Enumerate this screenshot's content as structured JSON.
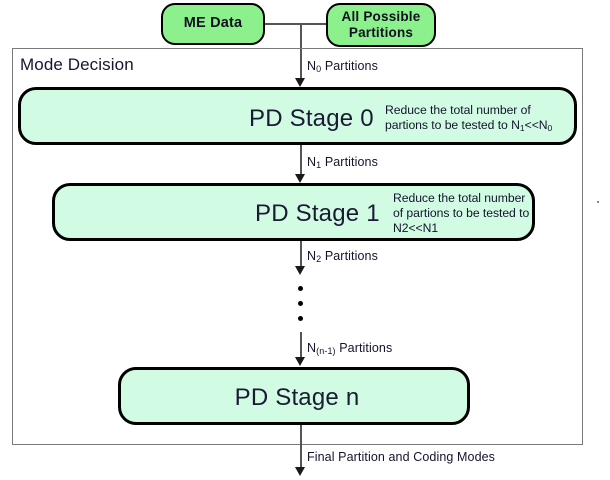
{
  "diagram": {
    "title": "Mode Decision multi-stage partition decision flow",
    "frame_label": "Mode Decision",
    "colors": {
      "input_box_fill": "#8cf08c",
      "stage_box_fill": "#d2fbe4",
      "box_border": "#000000",
      "frame_border": "#7a7a7a",
      "connector": "#555555",
      "text": "#14142c"
    },
    "inputs": [
      {
        "id": "me-data",
        "label": "ME Data"
      },
      {
        "id": "all-possible-partitions",
        "line1": "All Possible",
        "line2": "Partitions"
      }
    ],
    "stages": [
      {
        "id": "pd-stage-0",
        "title": "PD Stage 0",
        "note_line1": "Reduce the total number of",
        "note_line2_a": "partions to be tested to N",
        "note_line2_sub1": "1",
        "note_line2_b": "<<N",
        "note_line2_sub2": "0"
      },
      {
        "id": "pd-stage-1",
        "title": "PD Stage 1",
        "note_line1": "Reduce the total number",
        "note_line2": "of partions to be tested to",
        "note_line3": "N2<<N1"
      },
      {
        "id": "pd-stage-n",
        "title": "PD Stage n",
        "note_line1": "",
        "note_line2": "",
        "note_line3": ""
      }
    ],
    "flow_labels": [
      {
        "id": "n0-partitions",
        "prefix": "N",
        "sub": "0",
        "suffix": " Partitions"
      },
      {
        "id": "n1-partitions",
        "prefix": "N",
        "sub": "1",
        "suffix": " Partitions"
      },
      {
        "id": "n2-partitions",
        "prefix": "N",
        "sub": "2",
        "suffix": " Partitions"
      },
      {
        "id": "nn-1-partitions",
        "prefix": "N",
        "sub": "(n-1)",
        "suffix": " Partitions"
      }
    ],
    "output_label": "Final Partition and Coding Modes",
    "ellipsis_dots": 3
  }
}
